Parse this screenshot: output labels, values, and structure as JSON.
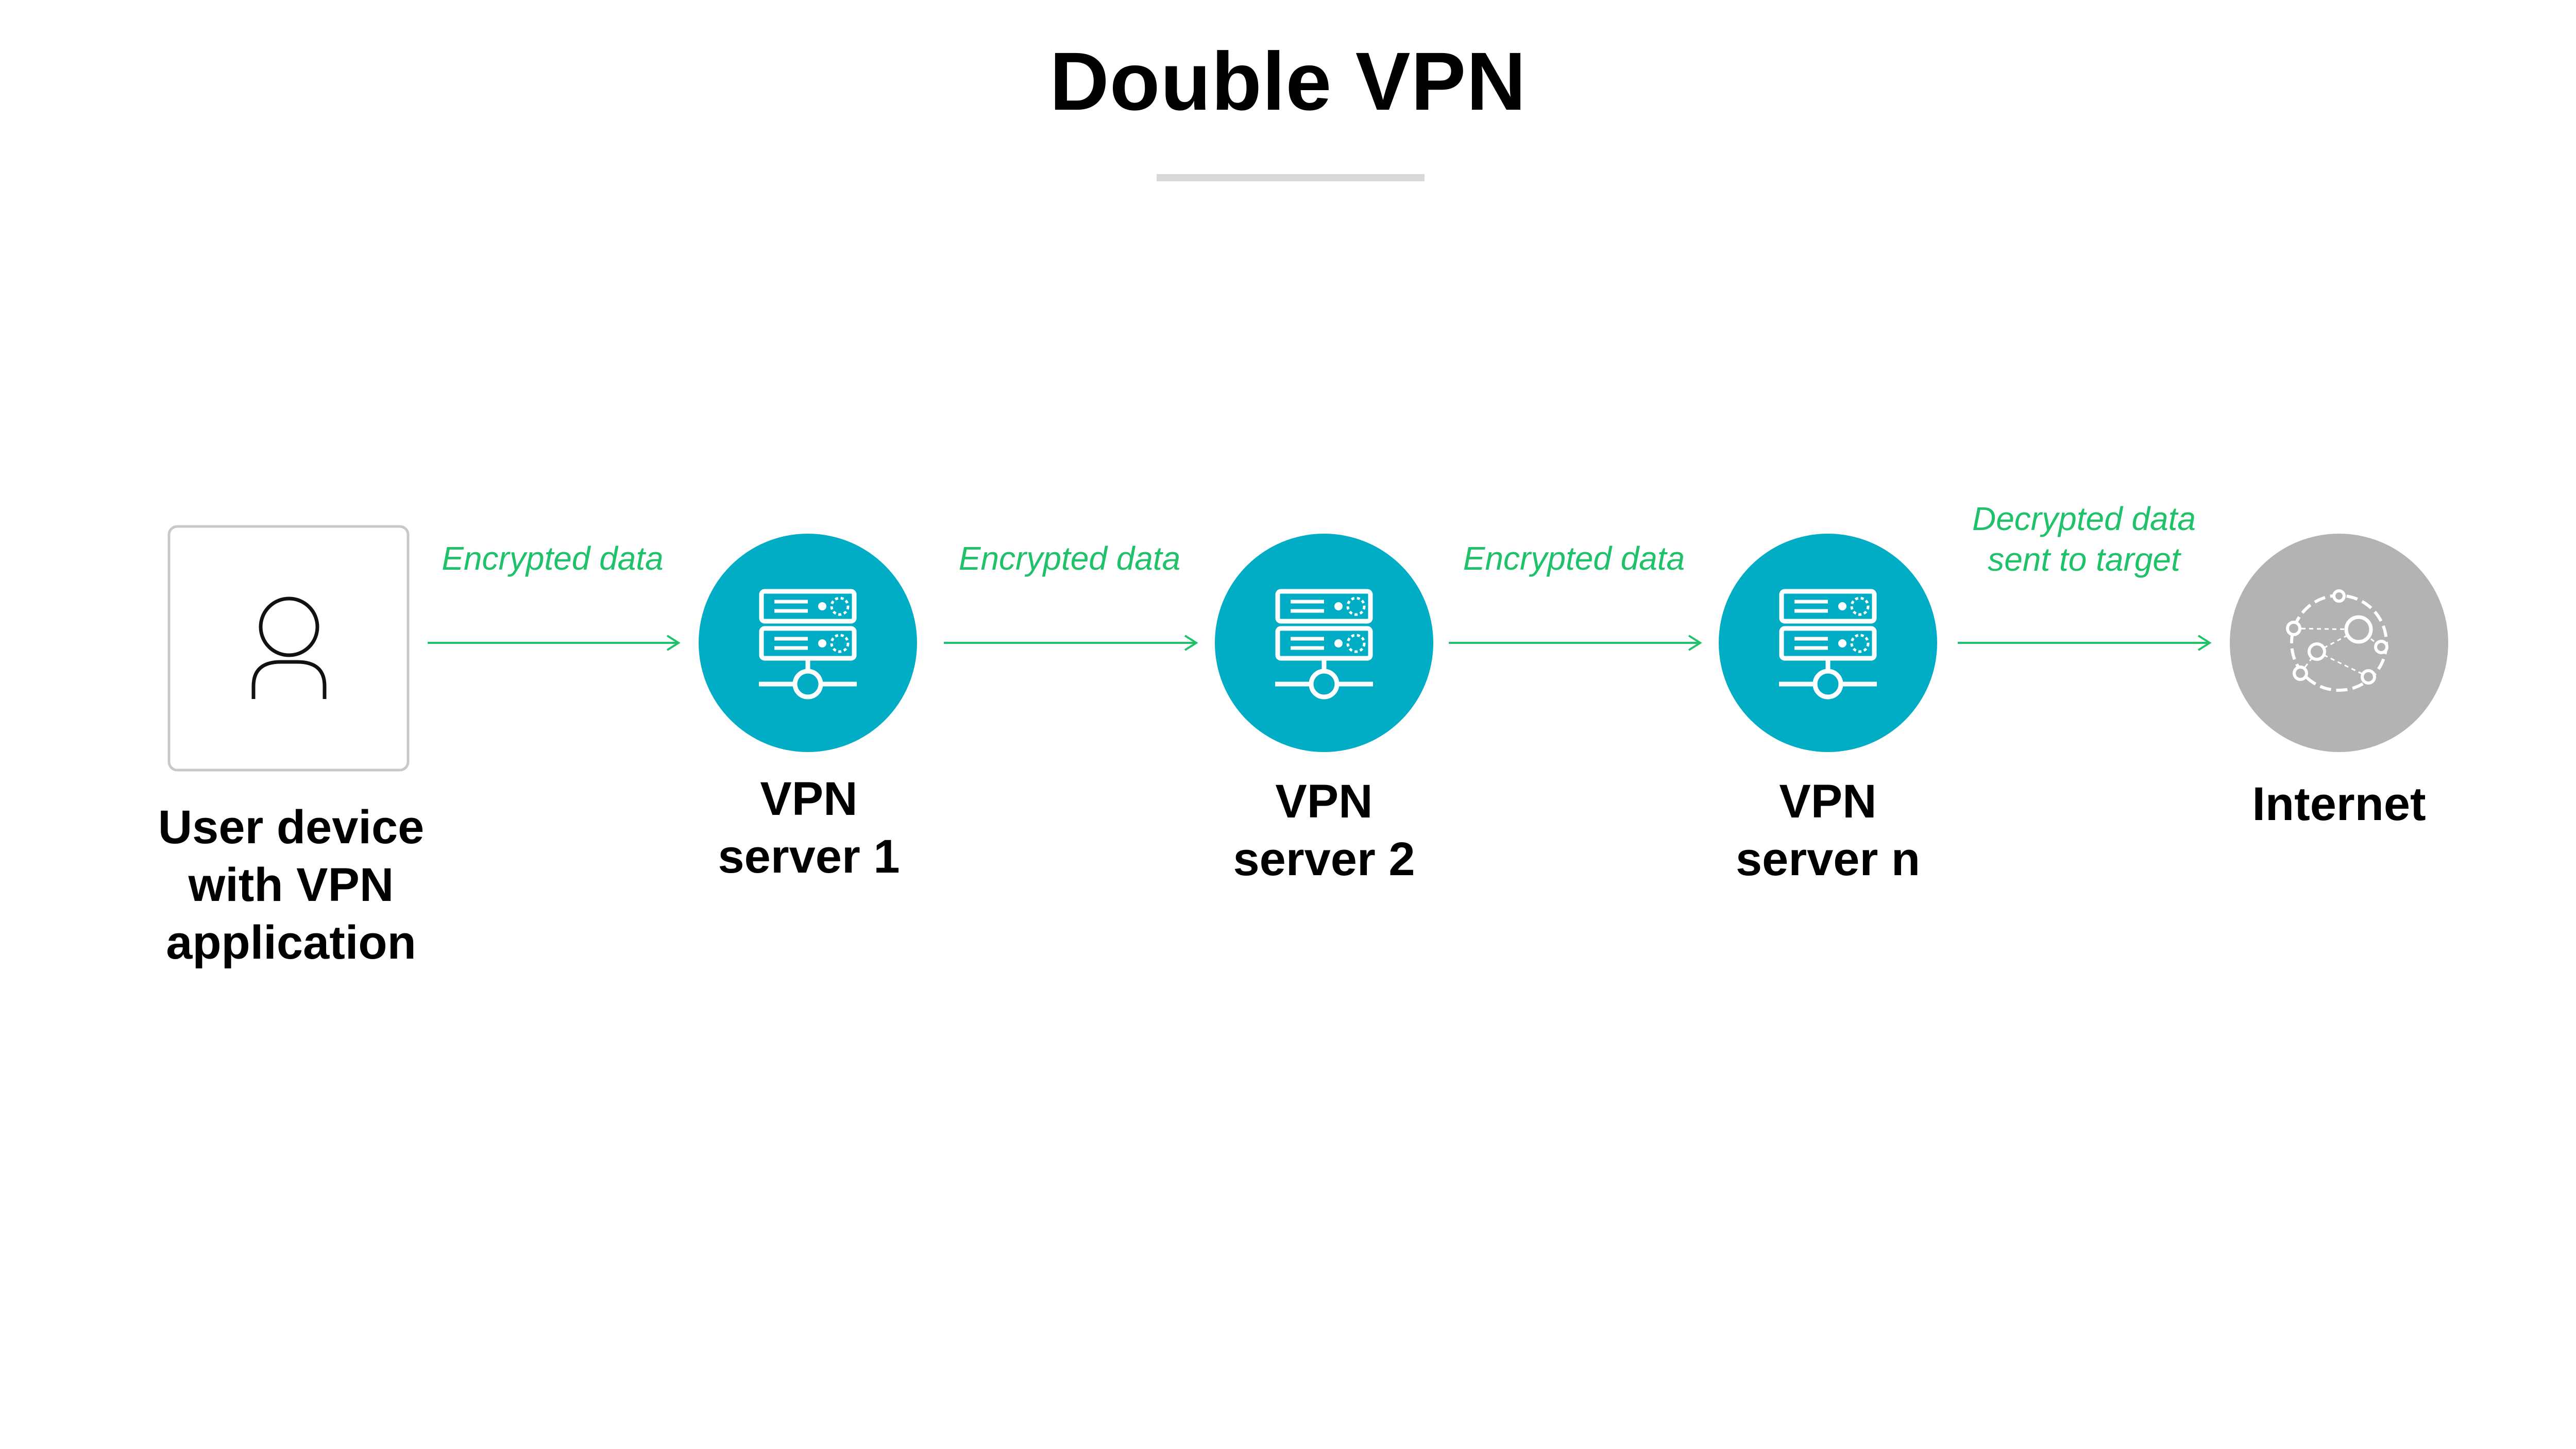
{
  "title": "Double VPN",
  "colors": {
    "server": "#00adc4",
    "internet": "#b3b3b3",
    "arrow": "#1fc16b",
    "device_border": "#c8c8c8",
    "icon_stroke": "#ffffff"
  },
  "nodes": [
    {
      "id": "device",
      "label": "User device with VPN application",
      "icon": "user-icon"
    },
    {
      "id": "server1",
      "label": "VPN server 1",
      "icon": "server-icon"
    },
    {
      "id": "server2",
      "label": "VPN server 2",
      "icon": "server-icon"
    },
    {
      "id": "servern",
      "label": "VPN server n",
      "icon": "server-icon"
    },
    {
      "id": "internet",
      "label": "Internet",
      "icon": "globe-network-icon"
    }
  ],
  "edges": [
    {
      "from": "device",
      "to": "server1",
      "label": "Encrypted data"
    },
    {
      "from": "server1",
      "to": "server2",
      "label": "Encrypted data"
    },
    {
      "from": "server2",
      "to": "servern",
      "label": "Encrypted data"
    },
    {
      "from": "servern",
      "to": "internet",
      "label": "Decrypted data sent to target"
    }
  ]
}
